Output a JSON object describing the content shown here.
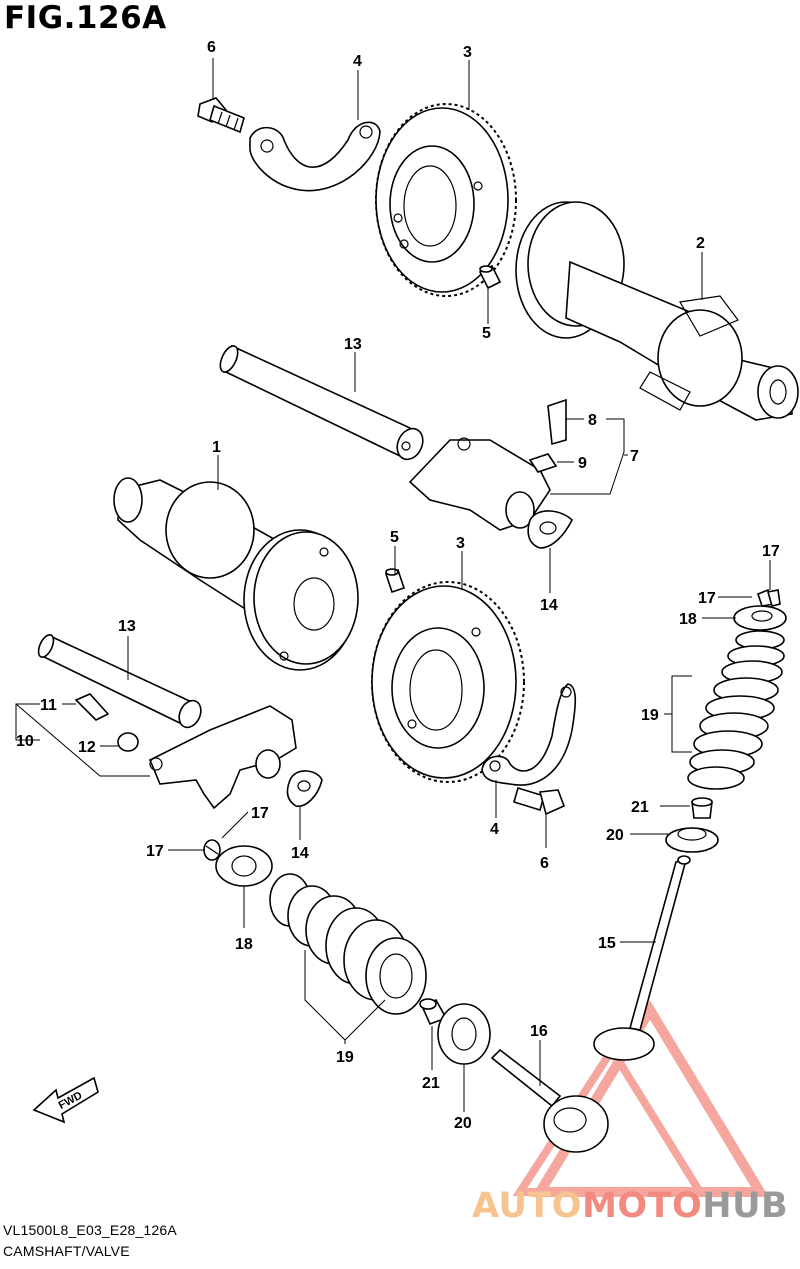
{
  "figure": {
    "title": "FIG.126A"
  },
  "footer": {
    "code": "VL1500L8_E03_E28_126A",
    "caption": "CAMSHAFT/VALVE"
  },
  "watermark": {
    "part_a": "AUTO",
    "part_b": "MOTO",
    "part_c": "HUB"
  },
  "fwd_label": "FWD",
  "callouts": {
    "c6_top": "6",
    "c4_top": "4",
    "c3_top": "3",
    "c2": "2",
    "c5_top": "5",
    "c13_top": "13",
    "c8": "8",
    "c9": "9",
    "c7": "7",
    "c1": "1",
    "c14_right": "14",
    "c5_mid": "5",
    "c3_mid": "3",
    "c13_left": "13",
    "c11": "11",
    "c10": "10",
    "c12": "12",
    "c17_mid": "17",
    "c17_left": "17",
    "c14_mid": "14",
    "c18_left": "18",
    "c19_left": "19",
    "c21_left": "21",
    "c20_left": "20",
    "c16": "16",
    "c15": "15",
    "c4_low": "4",
    "c6_low": "6",
    "c17_r1": "17",
    "c17_r2": "17",
    "c18_right": "18",
    "c19_right": "19",
    "c21_right": "21",
    "c20_right": "20"
  },
  "colors": {
    "watermark_orange": "#f7c38f",
    "watermark_red": "#f28a80",
    "watermark_gray": "#9a9a9a"
  }
}
